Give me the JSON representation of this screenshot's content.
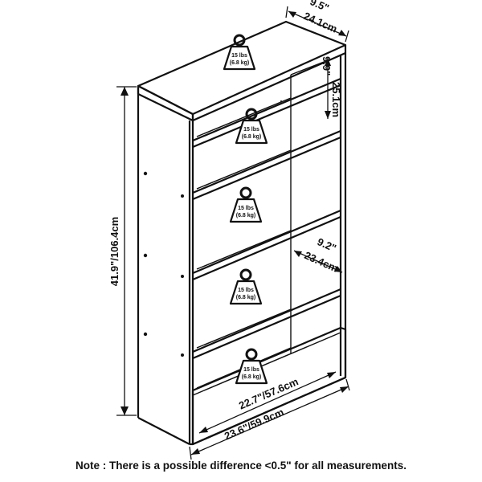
{
  "dimensions": {
    "depth_outer": "9.5\"",
    "depth_outer_metric": "24.1cm",
    "shelf_gap": "9.9\"",
    "shelf_gap_metric": "25.1cm",
    "depth_inner": "9.2\"",
    "depth_inner_metric": "23.4cm",
    "height": "41.9\"/106.4cm",
    "width_inner": "22.7\"/57.6cm",
    "width_outer": "23.6\"/59.9cm"
  },
  "weights": [
    {
      "lbs": "15 lbs",
      "kg": "(6.8 kg)"
    },
    {
      "lbs": "15 lbs",
      "kg": "(6.8 kg)"
    },
    {
      "lbs": "15 lbs",
      "kg": "(6.8 kg)"
    },
    {
      "lbs": "15 lbs",
      "kg": "(6.8 kg)"
    },
    {
      "lbs": "15 lbs",
      "kg": "(6.8 kg)"
    }
  ],
  "note": "Note : There is a possible difference <0.5\" for all measurements."
}
